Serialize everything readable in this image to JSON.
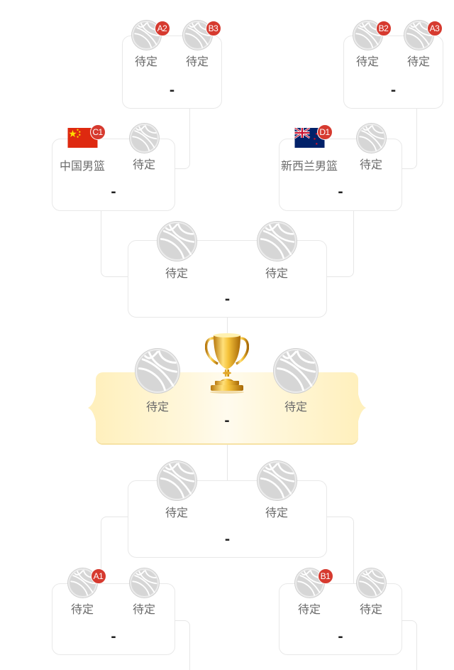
{
  "colors": {
    "seed_badge": "#d63a2f",
    "card_border": "#e8e8e8",
    "connector": "#e6e6e6",
    "final_bg": "#fff3c8",
    "label_text": "#6a6a6a",
    "score_text": "#222222"
  },
  "bracket": {
    "top_r16_left": {
      "home": {
        "label": "待定",
        "icon": "basketball-icon",
        "seed": "A2"
      },
      "away": {
        "label": "待定",
        "icon": "basketball-icon",
        "seed": "B3"
      },
      "score": "-"
    },
    "top_r16_right": {
      "home": {
        "label": "待定",
        "icon": "basketball-icon",
        "seed": "B2"
      },
      "away": {
        "label": "待定",
        "icon": "basketball-icon",
        "seed": "A3"
      },
      "score": "-"
    },
    "top_qf_left": {
      "home": {
        "label": "中国男篮",
        "icon": "china-flag-icon",
        "seed": "C1"
      },
      "away": {
        "label": "待定",
        "icon": "basketball-icon"
      },
      "score": "-"
    },
    "top_qf_right": {
      "home": {
        "label": "新西兰男篮",
        "icon": "new-zealand-flag-icon",
        "seed": "D1"
      },
      "away": {
        "label": "待定",
        "icon": "basketball-icon"
      },
      "score": "-"
    },
    "top_sf": {
      "home": {
        "label": "待定",
        "icon": "basketball-icon"
      },
      "away": {
        "label": "待定",
        "icon": "basketball-icon"
      },
      "score": "-"
    },
    "final": {
      "home": {
        "label": "待定",
        "icon": "basketball-icon"
      },
      "away": {
        "label": "待定",
        "icon": "basketball-icon"
      },
      "score": "-",
      "icon": "trophy-icon"
    },
    "bottom_sf": {
      "home": {
        "label": "待定",
        "icon": "basketball-icon"
      },
      "away": {
        "label": "待定",
        "icon": "basketball-icon"
      },
      "score": "-"
    },
    "bottom_qf_left": {
      "home": {
        "label": "待定",
        "icon": "basketball-icon",
        "seed": "A1"
      },
      "away": {
        "label": "待定",
        "icon": "basketball-icon"
      },
      "score": "-"
    },
    "bottom_qf_right": {
      "home": {
        "label": "待定",
        "icon": "basketball-icon",
        "seed": "B1"
      },
      "away": {
        "label": "待定",
        "icon": "basketball-icon"
      },
      "score": "-"
    }
  }
}
